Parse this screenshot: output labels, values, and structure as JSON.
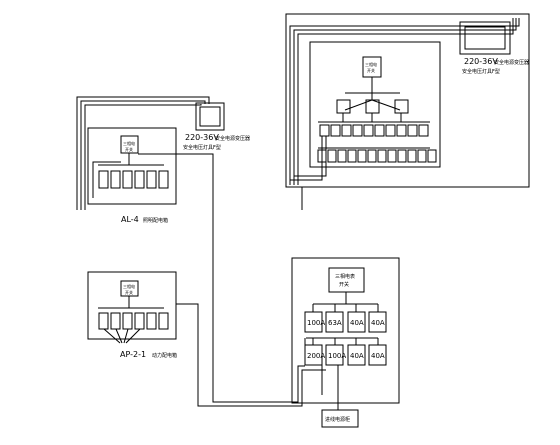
{
  "labels": {
    "transformer_top_right": "220-36V",
    "transformer_top_right_sub": "安全电源变压器",
    "transformer_top_right_note": "安全电压灯具F型",
    "transformer_left": "220-36V",
    "transformer_left_sub": "安全电源变压器",
    "transformer_left_note": "安全电压灯具F型",
    "panel_al4": "AL-4",
    "panel_al4_sub": "照明配电箱",
    "panel_ap21": "AP-2-1",
    "panel_ap21_sub": "动力配电箱",
    "main_breaker_box": "三相电表",
    "main_breaker_box_sub": "开关",
    "small_breaker": "三相电",
    "small_breaker_sub": "开关",
    "bottom_source": "进线电源柜"
  },
  "main_panel": {
    "row1": [
      "100A",
      "63A",
      "40A",
      "40A"
    ],
    "row2": [
      "200A",
      "100A",
      "40A",
      "40A"
    ]
  },
  "colors": {
    "line": "#000000",
    "background": "#ffffff"
  }
}
